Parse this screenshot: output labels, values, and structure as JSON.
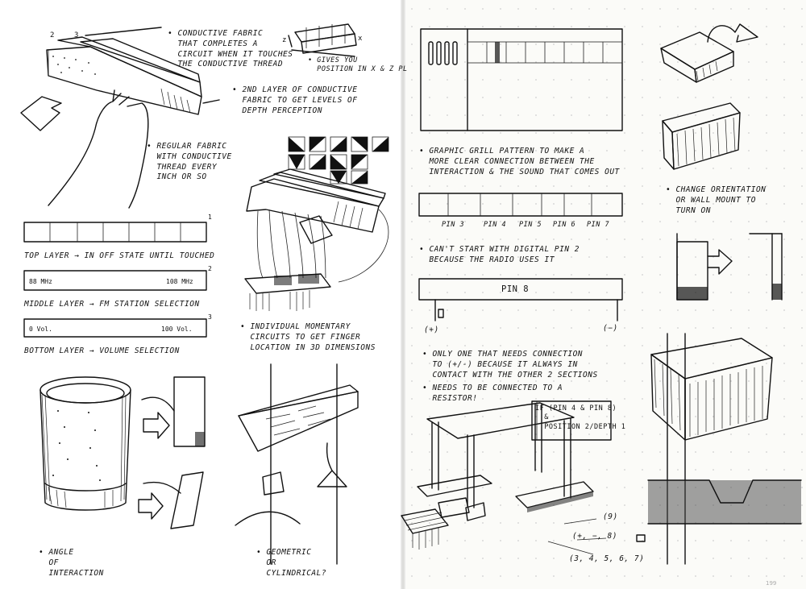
{
  "page_number": "199",
  "left_page": {
    "notes": {
      "conductive_fabric": "• Conductive fabric\n  that completes a\n  circuit when it touches\n  the conductive thread",
      "xyz_note": "• Gives you\n  position in x & z pl",
      "layer2_note": "• 2nd layer of conductive\n  fabric to get levels of\n  depth perception",
      "regular_fabric": "• Regular fabric\n  with conductive\n  thread every\n  inch or so",
      "top_layer": "Top layer → in off state until touched",
      "middle_layer": "Middle layer → FM station selection",
      "bottom_layer": "Bottom layer → volume selection",
      "momentary": "• Individual momentary\n  circuits to get finger\n  location in 3D dimensions",
      "angle": "• Angle\n  of\n  interaction",
      "geometric": "• Geometric\n  or\n  cylindrical?"
    },
    "layer_labels": {
      "one": "1",
      "two": "2",
      "three": "3",
      "fm_low": "88 MHz",
      "fm_high": "108 MHz",
      "vol_low": "0 Vol.",
      "vol_high": "100 Vol."
    },
    "axis_labels": {
      "x": "x",
      "z": "z",
      "two": "2",
      "three": "3"
    }
  },
  "right_page": {
    "notes": {
      "grill": "• Graphic grill pattern to make a\n  more clear connection between the\n  interaction & the sound that comes out",
      "orientation": "• Change orientation\n  or wall mount to\n  turn on",
      "digital_pin": "• Can't start with digital pin 2\n  because the radio uses it",
      "only_one": "• Only one that needs connection\n  to (+/-) because it always in\n  contact with the other 2 sections",
      "resistor": "• Needs to be connected to a\n  resistor!",
      "code": "if (pin 4 & pin 8)\n  &\n  position 2/depth 1"
    },
    "pins": [
      "Pin 3",
      "Pin 4",
      "Pin 5",
      "Pin 6",
      "Pin 7"
    ],
    "pin8": "Pin 8",
    "plus": "(+)",
    "minus": "(−)",
    "callouts": {
      "nine": "(9)",
      "pm8": "(+, −, 8)",
      "pins_list": "(3, 4, 5, 6, 7)"
    }
  }
}
